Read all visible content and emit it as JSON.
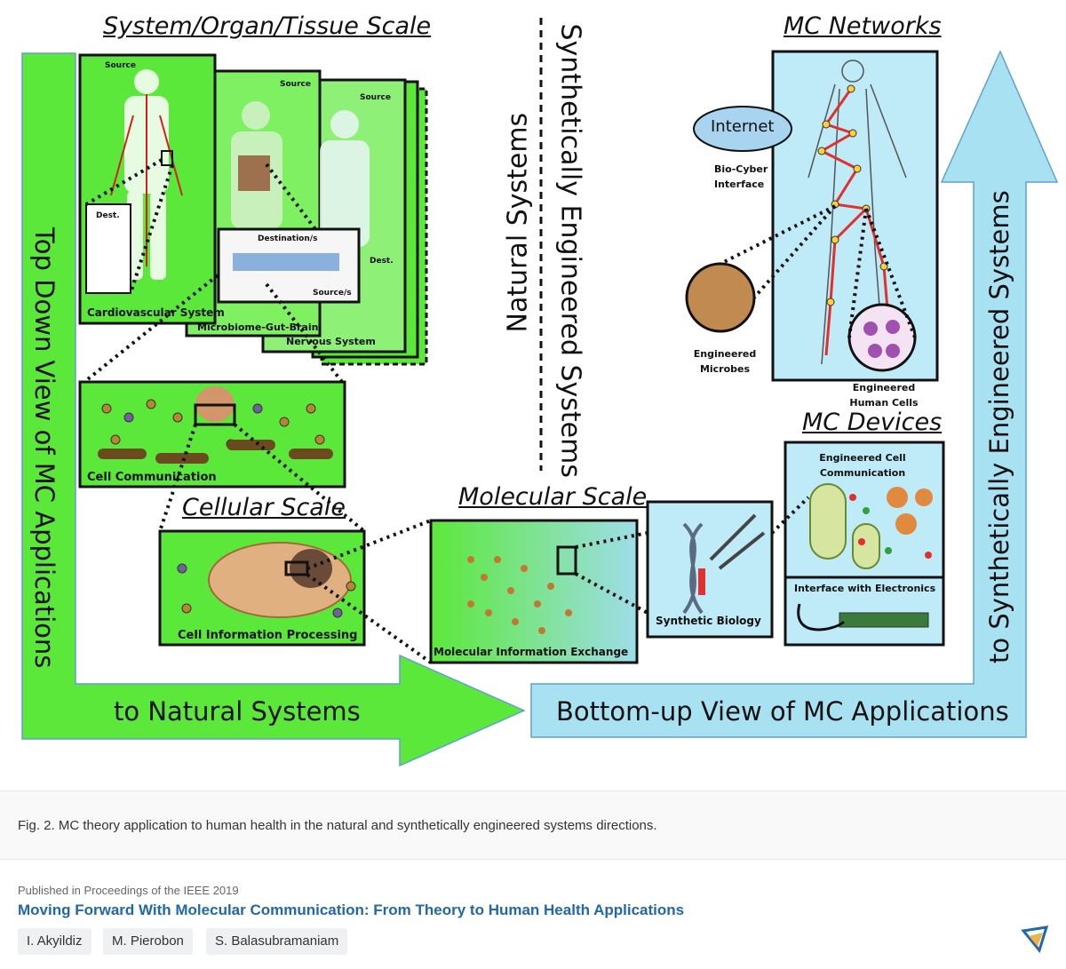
{
  "figure": {
    "titles": {
      "system": "System/Organ/Tissue Scale",
      "networks": "MC Networks",
      "cellular": "Cellular Scale",
      "molecular": "Molecular Scale",
      "devices": "MC Devices"
    },
    "vertical": {
      "top_down": "Top Down View of  MC Applications",
      "natural": "Natural Systems",
      "synthetic": "Synthetically Engineered Systems",
      "to_synthetic": "to Synthetically Engineered Systems"
    },
    "arrows": {
      "to_natural": "to Natural Systems",
      "bottom_up": "Bottom-up View of  MC Applications"
    },
    "panels": {
      "cardio": "Cardiovascular System",
      "microbiome": "Microbiome-Gut-Brain",
      "nervous": "Nervous System",
      "source": "Source",
      "dest": "Dest.",
      "destination": "Destination/s",
      "source_s": "Source/s",
      "cell_comm": "Cell Communication",
      "cell_info": "Cell Information Processing",
      "mol_exchange": "Molecular Information Exchange",
      "synth_bio": "Synthetic Biology",
      "eng_cell_comm": "Engineered Cell Communication",
      "interface_elec": "Interface with Electronics",
      "internet": "Internet",
      "bio_cyber": "Bio-Cyber Interface",
      "eng_microbes": "Engineered Microbes",
      "eng_human_cells": "Engineered Human Cells"
    },
    "colors": {
      "green": "#5ce83a",
      "light_blue": "#bfeaf7",
      "arrow_blue": "#a8e2f2"
    }
  },
  "caption": "Fig. 2. MC theory application to human health in the natural and synthetically engineered systems directions.",
  "publication": {
    "venue": "Published in Proceedings of the IEEE 2019",
    "title": "Moving Forward With Molecular Communication: From Theory to Human Health Applications",
    "authors": [
      "I. Akyildiz",
      "M. Pierobon",
      "S. Balasubramaniam"
    ]
  },
  "icons": {
    "logo": "publisher-logo-icon"
  }
}
